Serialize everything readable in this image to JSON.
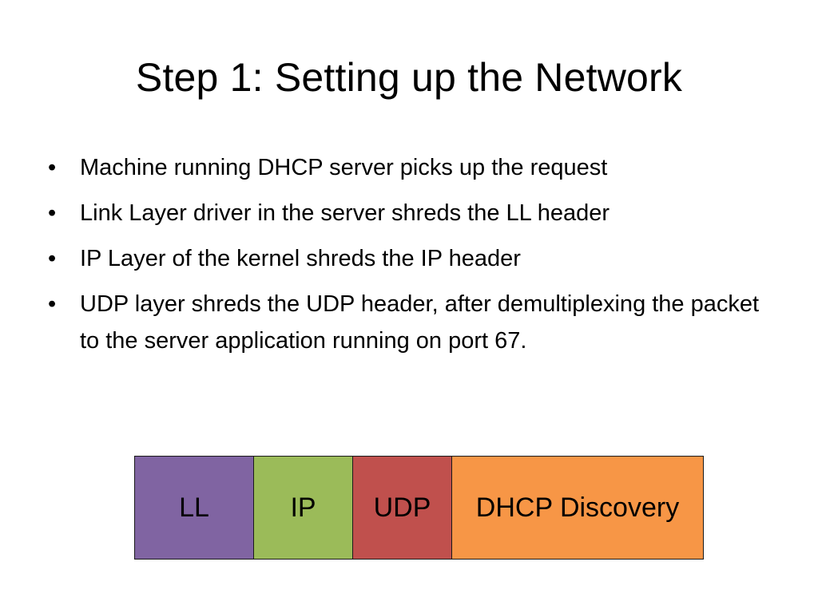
{
  "slide": {
    "title": "Step 1: Setting up the Network",
    "bullet_glyph": "•",
    "bullets": [
      "Machine running DHCP server picks up the request",
      "Link Layer driver in the server shreds the LL header",
      "IP Layer of the kernel shreds the IP header",
      "UDP layer shreds the UDP header, after demultiplexing the packet to the server application running on port 67."
    ]
  },
  "packet": {
    "segments": [
      {
        "label": "LL",
        "color": "#8064a2"
      },
      {
        "label": "IP",
        "color": "#9bbb59"
      },
      {
        "label": "UDP",
        "color": "#c0504d"
      },
      {
        "label": "DHCP Discovery",
        "color": "#f79646"
      }
    ]
  }
}
